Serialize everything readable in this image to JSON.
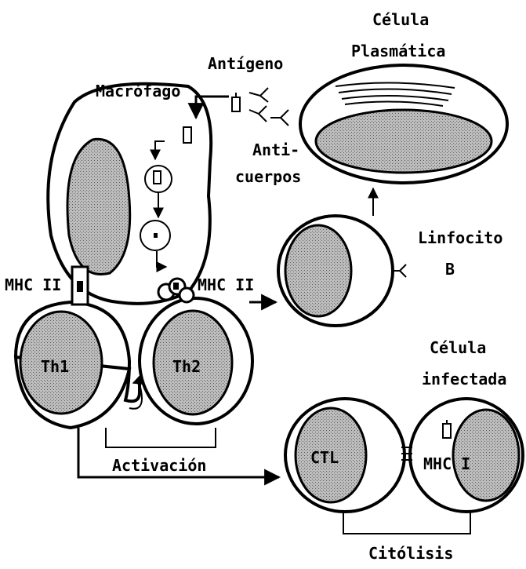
{
  "labels": {
    "antigen": "Antígeno",
    "macrophage": "Macrófago",
    "plasma_line1": "Célula",
    "plasma_line2": "Plasmática",
    "antibodies_line1": "Anti-",
    "antibodies_line2": "cuerpos",
    "lymphocyte_line1": "Linfocito",
    "lymphocyte_line2": "B",
    "mhc2_left": "MHC II",
    "mhc2_right": "MHC II",
    "th1": "Th1",
    "th2": "Th2",
    "infected_line1": "Célula",
    "infected_line2": "infectada",
    "ctl": "CTL",
    "mhc1": "MHC I",
    "activation": "Activación",
    "cytolysis": "Citólisis"
  }
}
